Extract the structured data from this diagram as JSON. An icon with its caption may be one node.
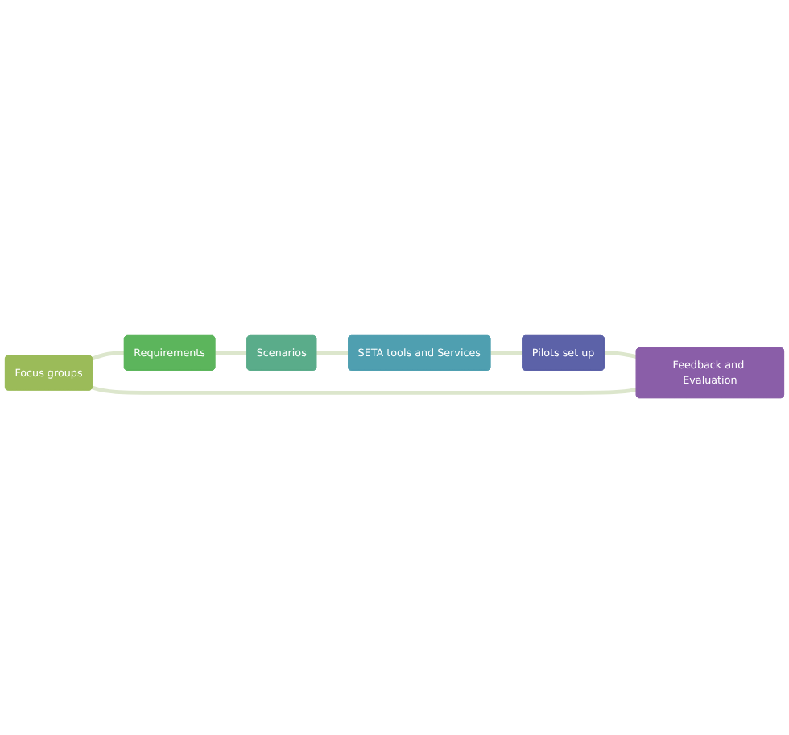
{
  "diagram": {
    "nodes": [
      {
        "text": [
          "Focus groups"
        ]
      },
      {
        "text": [
          "Requirements"
        ]
      },
      {
        "text": [
          "Scenarios"
        ]
      },
      {
        "text": [
          "SETA tools and Services"
        ]
      },
      {
        "text": [
          "Pilots set up"
        ]
      },
      {
        "text": [
          "Feedback and Evaluation"
        ]
      }
    ],
    "edges": [
      {
        "from": 0,
        "to": 1,
        "arrow": "none"
      },
      {
        "from": 1,
        "to": 2,
        "arrow": "none"
      },
      {
        "from": 2,
        "to": 3,
        "arrow": "none"
      },
      {
        "from": 3,
        "to": 4,
        "arrow": "none"
      },
      {
        "from": 4,
        "to": 5,
        "arrow": "none"
      },
      {
        "from": 5,
        "to": 0,
        "arrow": "none"
      }
    ]
  }
}
